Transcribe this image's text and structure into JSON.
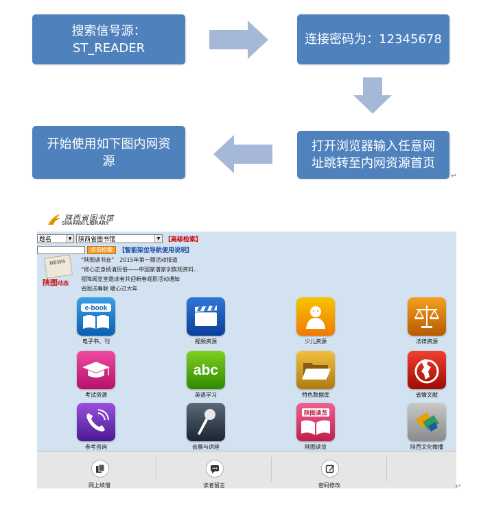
{
  "flow": {
    "step1": "搜索信号源：\nST_READER",
    "step2": "连接密码为：12345678",
    "step3": "打开浏览器输入任意网\n址跳转至内网资源首页",
    "step4": "开始使用如下图内网资\n源",
    "arrow_color": "#a6b8d8",
    "box_color": "#4f81bd"
  },
  "portal": {
    "logo": {
      "title": "陕西省图书馆",
      "subtitle": "SHAANXI LIBRARY"
    },
    "search": {
      "field_select": "题名",
      "library_select": "陕西省图书馆",
      "advanced_link": "【高级检索】",
      "search_button": "点击检索",
      "guide_link": "【智能架位导航使用说明】"
    },
    "news": {
      "badge": "陕图",
      "badge_small": "动态",
      "items": [
        "“陕图读书会”　2015年第一期活动报道",
        "“修心正身扬清厉俗——中国家谱家训族规资料...",
        "视障阅览室邀读者共迎新春观影活动通知",
        "省图送春联 暖心过大年"
      ]
    },
    "tiles": [
      {
        "label": "电子书、刊",
        "icon": "ebook-icon"
      },
      {
        "label": "视频资源",
        "icon": "video-clapper-icon"
      },
      {
        "label": "少儿资源",
        "icon": "child-icon"
      },
      {
        "label": "法律资源",
        "icon": "scales-icon"
      },
      {
        "label": "考试资源",
        "icon": "graduation-cap-icon"
      },
      {
        "label": "英语学习",
        "icon": "abc-icon"
      },
      {
        "label": "特色数据库",
        "icon": "folder-icon"
      },
      {
        "label": "省情文献",
        "icon": "province-map-icon"
      },
      {
        "label": "参考咨询",
        "icon": "phone-icon"
      },
      {
        "label": "会展与讲座",
        "icon": "microphone-icon"
      },
      {
        "label": "陕图读览",
        "icon": "open-book-icon"
      },
      {
        "label": "陕西文化微播",
        "icon": "culture-stream-icon"
      }
    ],
    "tile_badges": {
      "ebook": "e-book",
      "abc": "abc",
      "reading": "陕图读览"
    },
    "footer": [
      {
        "label": "网上续借",
        "icon": "renew-icon"
      },
      {
        "label": "读者留言",
        "icon": "message-icon"
      },
      {
        "label": "密码修改",
        "icon": "edit-icon"
      }
    ]
  }
}
